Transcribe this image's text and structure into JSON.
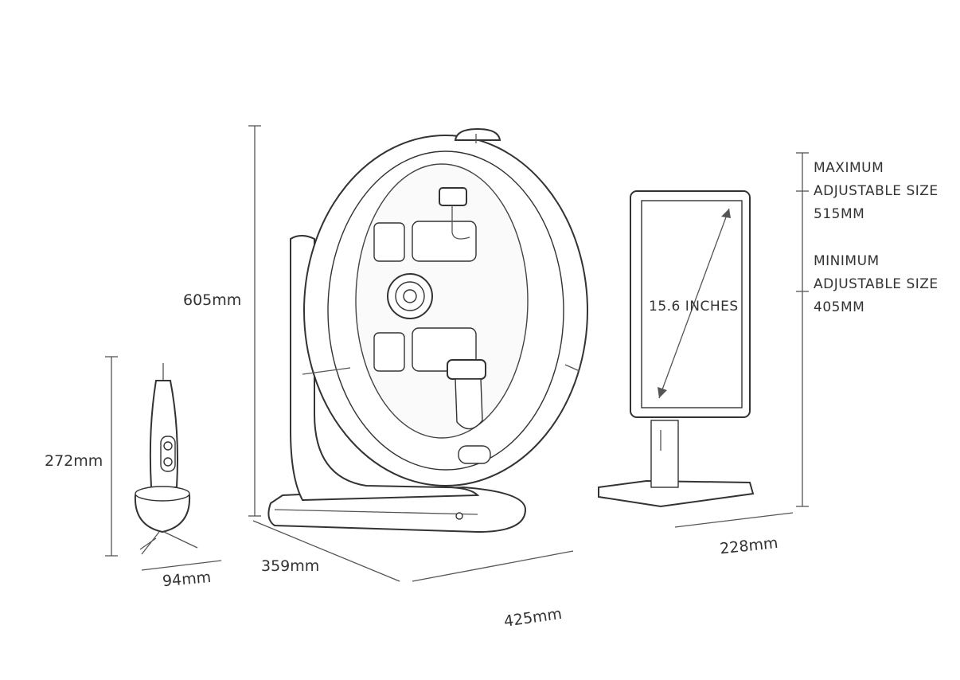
{
  "dimensions": {
    "device_height": "605mm",
    "device_depth": "359mm",
    "device_width": "425mm",
    "handheld_height": "272mm",
    "handheld_width": "94mm",
    "monitor_width": "228mm",
    "screen_size": "15.6 INCHES"
  },
  "monitor_specs": {
    "maximum": [
      "MAXIMUM",
      "ADJUSTABLE SIZE",
      "515MM"
    ],
    "minimum": [
      "MINIMUM",
      "ADJUSTABLE SIZE",
      "405MM"
    ]
  }
}
